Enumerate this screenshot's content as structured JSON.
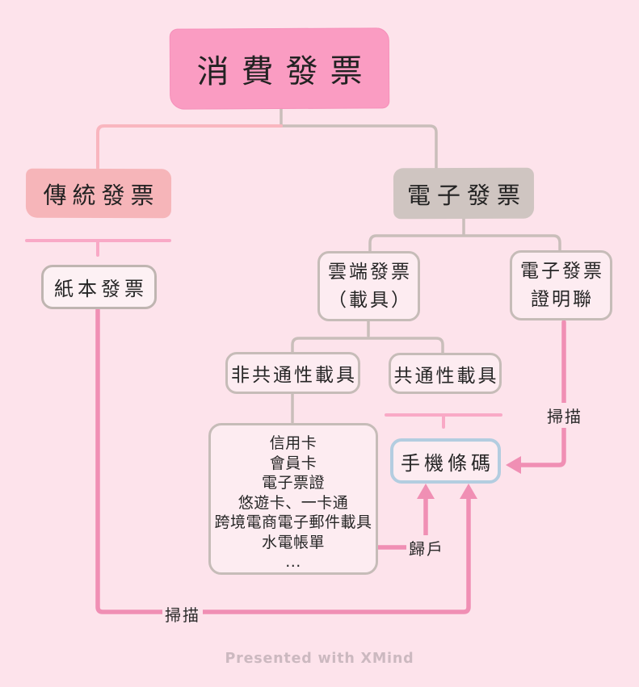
{
  "diagram": {
    "root": {
      "label": "消費發票"
    },
    "traditional": {
      "label": "傳統發票"
    },
    "paper": {
      "label": "紙本發票"
    },
    "electronic": {
      "label": "電子發票"
    },
    "cloud": {
      "line1": "雲端發票",
      "line2": "（載具）"
    },
    "proof": {
      "line1": "電子發票",
      "line2": "證明聯"
    },
    "non_common": {
      "label": "非共通性載具"
    },
    "common": {
      "label": "共通性載具"
    },
    "mobile_barcode": {
      "label": "手機條碼"
    },
    "carrier_examples": {
      "items": [
        "信用卡",
        "會員卡",
        "電子票證",
        "悠遊卡、一卡通",
        "跨境電商電子郵件載具",
        "水電帳單",
        "..."
      ]
    },
    "edge_labels": {
      "scan_right": "掃描",
      "consolidate": "歸戶",
      "scan_bottom": "掃描"
    }
  },
  "footer": {
    "credit": "Presented with XMind"
  },
  "colors": {
    "background": "#fde3eb",
    "root_fill": "#fa9cc2",
    "traditional_fill": "#f6b5b9",
    "electronic_fill": "#cfc5c1",
    "node_fill": "#fdecf1",
    "node_border": "#c6bcb8",
    "barcode_border": "#b3cde0",
    "wire_gray": "#c9beba",
    "branch_pink": "#f9b6bf",
    "summary_pink": "#f9a9c6",
    "arrow_pink": "#f08fb4",
    "text": "#262626",
    "watermark": "#ccb9c0"
  }
}
